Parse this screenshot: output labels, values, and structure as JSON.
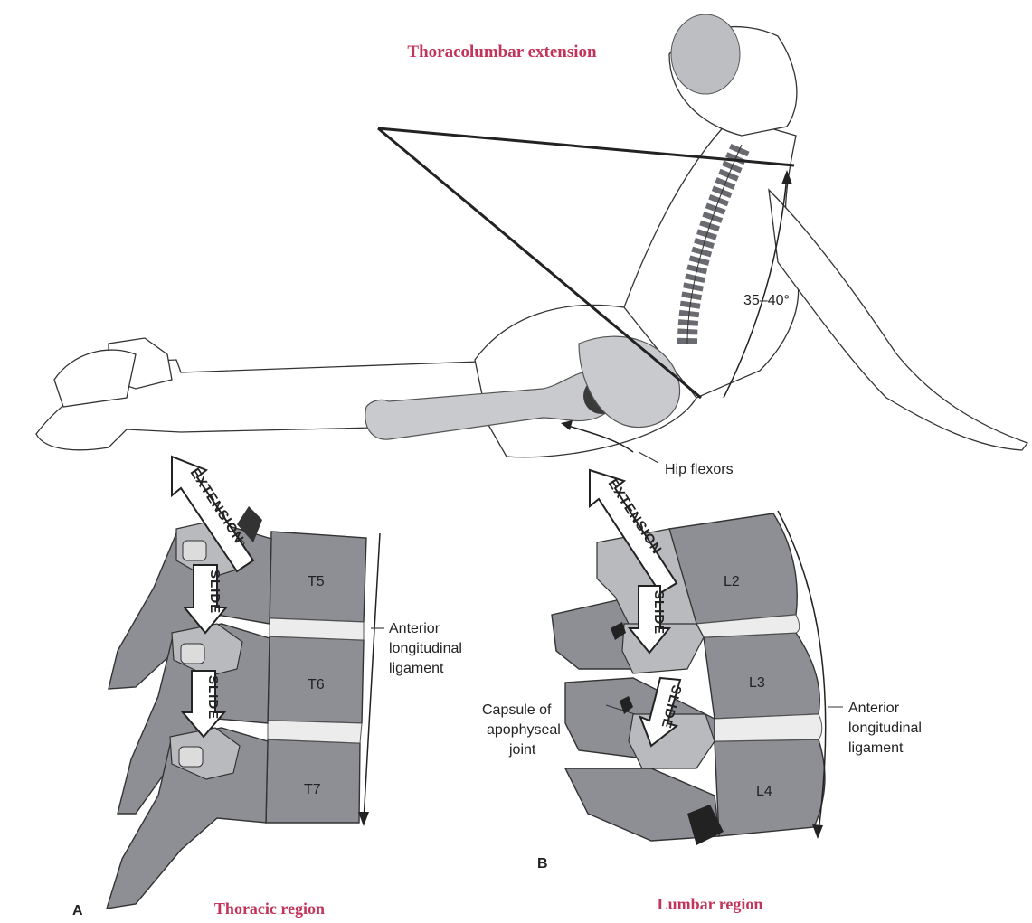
{
  "titles": {
    "top": "Thoracolumbar extension",
    "thoracic": "Thoracic region",
    "lumbar": "Lumbar region"
  },
  "panel_letters": {
    "a": "A",
    "b": "B"
  },
  "angle_label": "35–40°",
  "labels": {
    "hip_flexors": "Hip flexors",
    "ant_ligament_a": [
      "Anterior",
      "longitudinal",
      "ligament"
    ],
    "ant_ligament_b": [
      "Anterior",
      "longitudinal",
      "ligament"
    ],
    "capsule": [
      "Capsule of",
      "apophyseal",
      "joint"
    ]
  },
  "arrows": {
    "extension": "EXTENSION",
    "slide": "SLIDE"
  },
  "vertebrae_a": [
    "T5",
    "T6",
    "T7"
  ],
  "vertebrae_b": [
    "L2",
    "L3",
    "L4"
  ],
  "colors": {
    "title": "#c2345a",
    "bone": "#8d8f95",
    "bone_light": "#b9babd"
  }
}
